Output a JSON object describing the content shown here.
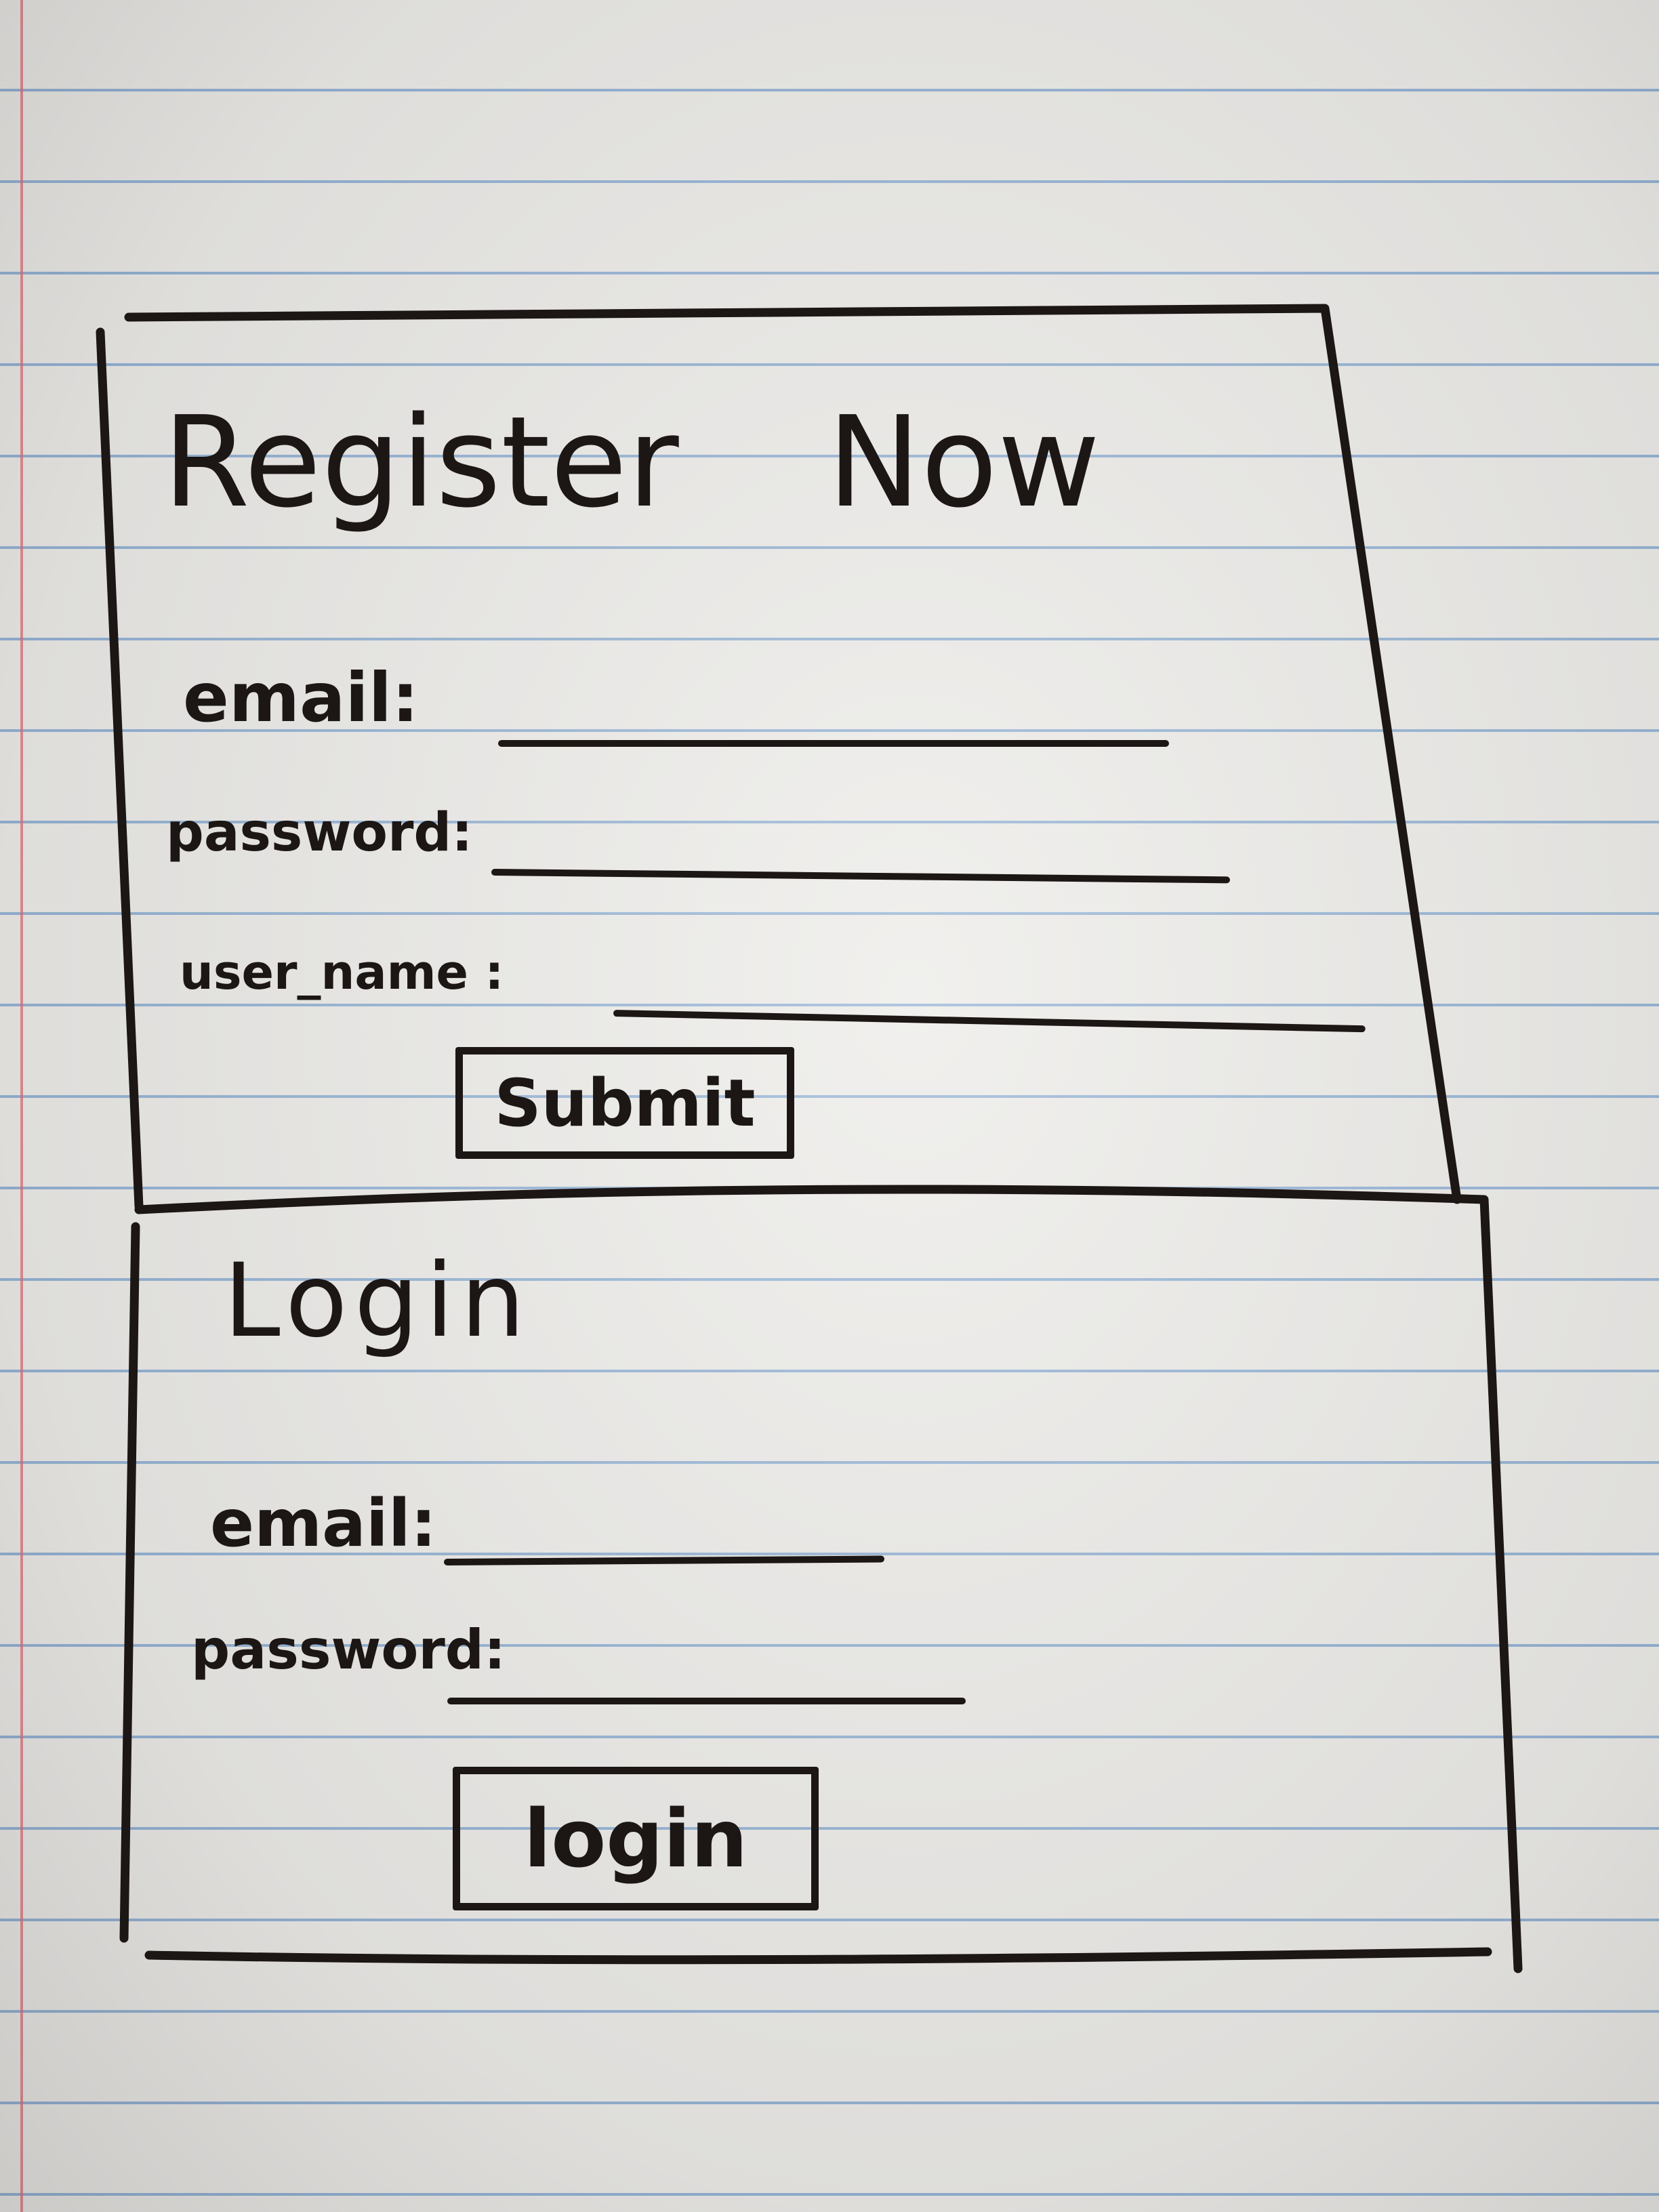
{
  "register": {
    "title": "Register Now",
    "fields": [
      {
        "label": "email:",
        "value": ""
      },
      {
        "label": "password:",
        "value": ""
      },
      {
        "label": "user_name :",
        "value": ""
      }
    ],
    "submit_label": "Submit"
  },
  "login": {
    "title": "Login",
    "fields": [
      {
        "label": "email:",
        "value": ""
      },
      {
        "label": "password:",
        "value": ""
      }
    ],
    "submit_label": "login"
  }
}
